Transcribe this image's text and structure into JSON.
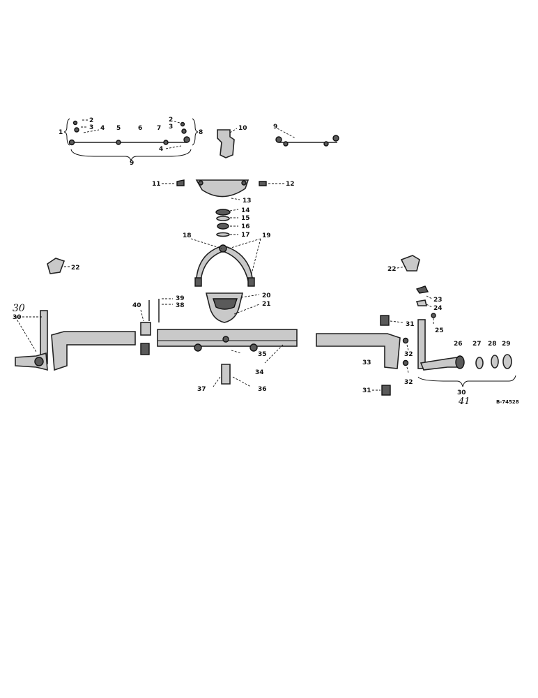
{
  "labels": {
    "n1": "1",
    "n2": "2",
    "n3": "3",
    "n4": "4",
    "n5": "5",
    "n6": "6",
    "n7": "7",
    "n8": "8",
    "n9": "9",
    "n10": "10",
    "n11": "11",
    "n12": "12",
    "n13": "13",
    "n14": "14",
    "n15": "15",
    "n16": "16",
    "n17": "17",
    "n18": "18",
    "n19": "19",
    "n20": "20",
    "n21": "21",
    "n22": "22",
    "n23": "23",
    "n24": "24",
    "n25": "25",
    "n26": "26",
    "n27": "27",
    "n28": "28",
    "n29": "29",
    "n30": "30",
    "n31": "31",
    "n32": "32",
    "n33": "33",
    "n34": "34",
    "n35": "35",
    "n36": "36",
    "n37": "37",
    "n38": "38",
    "n39": "39",
    "n40": "40",
    "n41": "41"
  },
  "handwritten": {
    "h30": "30",
    "h41": "41"
  },
  "drawing_number": "B-74528"
}
